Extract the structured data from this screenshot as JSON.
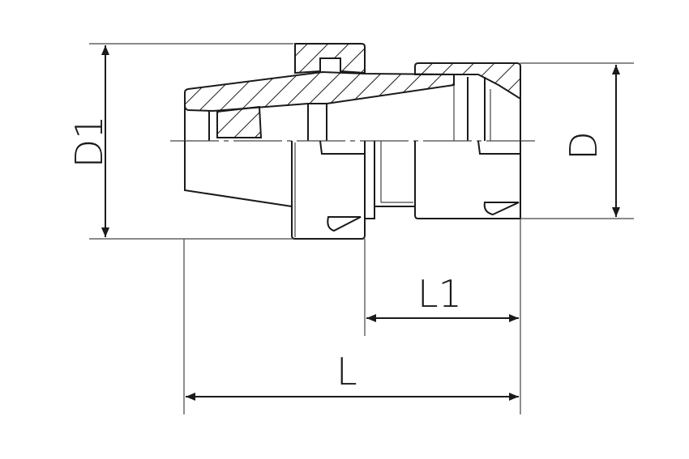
{
  "dimensions": {
    "d1_label": "D1",
    "d_label": "D",
    "l1_label": "L1",
    "l_label": "L"
  },
  "colors": {
    "line": "#1a1a1a",
    "background": "#ffffff"
  }
}
